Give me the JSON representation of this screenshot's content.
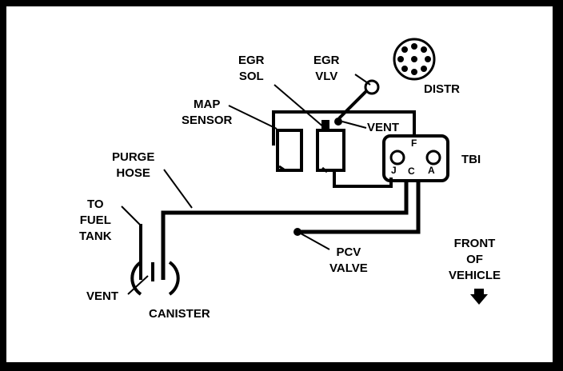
{
  "labels": {
    "egr_sol": [
      "EGR",
      "SOL"
    ],
    "egr_vlv": [
      "EGR",
      "VLV"
    ],
    "distr": "DISTR",
    "map_sensor": [
      "MAP",
      "SENSOR"
    ],
    "vent_top": "VENT",
    "tbi": "TBI",
    "tbi_ports": {
      "f": "F",
      "j": "J",
      "c": "C",
      "a": "A"
    },
    "purge_hose": [
      "PURGE",
      "HOSE"
    ],
    "to_fuel_tank": [
      "TO",
      "FUEL",
      "TANK"
    ],
    "vent_canister": "VENT",
    "canister": "CANISTER",
    "pcv_valve": [
      "PCV",
      "VALVE"
    ],
    "front_of_vehicle": [
      "FRONT",
      "OF",
      "VEHICLE"
    ]
  },
  "icons": {
    "distributor": "distributor-cap-icon",
    "direction": "down-arrow-icon"
  }
}
